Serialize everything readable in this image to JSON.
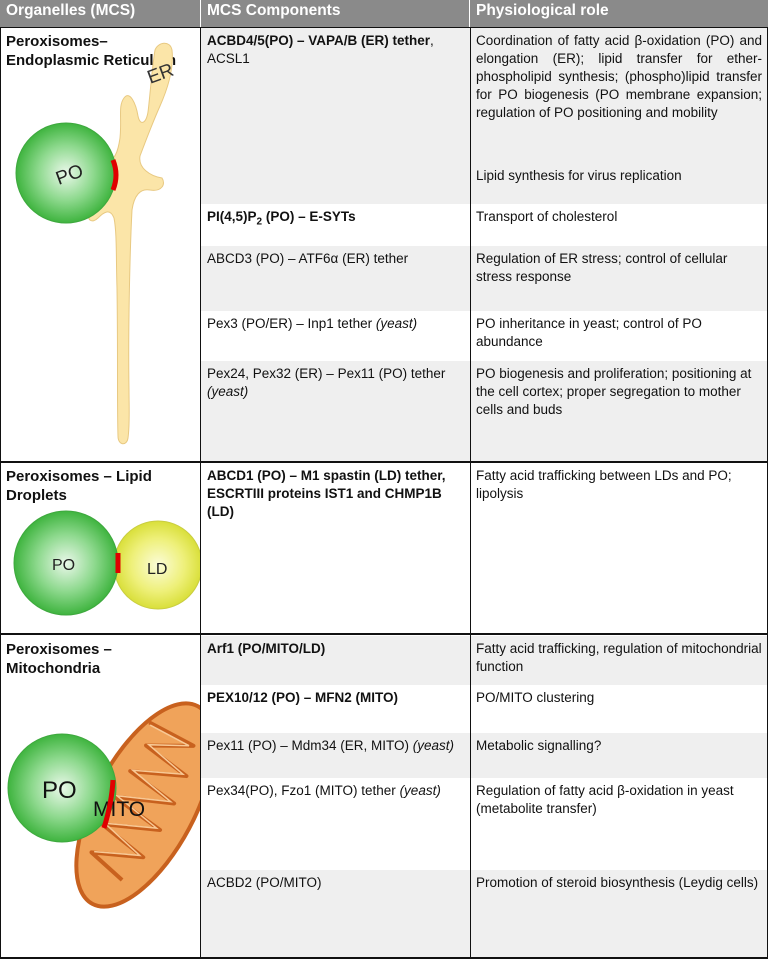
{
  "headers": {
    "organelles": "Organelles (MCS)",
    "components": "MCS Components",
    "role": "Physiological role"
  },
  "sections": {
    "er": {
      "title": "Peroxisomes– Endoplasmic Reticulum",
      "diagram_labels": {
        "po": "PO",
        "er": "ER"
      },
      "rows": [
        {
          "comp_bold": "ACBD4/5(PO) – VAPA/B (ER) tether",
          "comp_rest": ", ACSL1",
          "role": "Coordination of fatty acid β-oxidation (PO) and elongation (ER); lipid transfer for ether-phospholipid synthesis; (phospho)lipid transfer for PO biogenesis (PO membrane expansion; regulation of PO positioning and mobility",
          "role2": "Lipid synthesis for virus replication"
        },
        {
          "comp_bold_a": "PI(4,5)P",
          "comp_sub": "2",
          "comp_bold_b": " (PO) – E-SYTs",
          "role": "Transport of cholesterol"
        },
        {
          "comp": "ABCD3 (PO) – ATF6α (ER) tether",
          "role": "Regulation of ER stress; control of cellular stress response"
        },
        {
          "comp": "Pex3 (PO/ER) – Inp1 tether ",
          "comp_italic": "(yeast)",
          "role": "PO inheritance in yeast; control of PO abundance"
        },
        {
          "comp": "Pex24, Pex32 (ER) – Pex11 (PO) tether ",
          "comp_italic": "(yeast)",
          "role": "PO biogenesis and proliferation; positioning at the cell cortex; proper segregation to mother cells and buds"
        }
      ]
    },
    "ld": {
      "title": "Peroxisomes – Lipid Droplets",
      "diagram_labels": {
        "po": "PO",
        "ld": "LD"
      },
      "rows": [
        {
          "comp_bold": "ABCD1 (PO) – M1 spastin (LD) tether, ESCRTIII proteins IST1 and CHMP1B (LD)",
          "role": "Fatty acid trafficking between LDs and PO; lipolysis"
        }
      ]
    },
    "mito": {
      "title": "Peroxisomes – Mitochondria",
      "diagram_labels": {
        "po": "PO",
        "mito": "MITO"
      },
      "rows": [
        {
          "comp_bold": "Arf1 (PO/MITO/LD)",
          "role": "Fatty acid trafficking, regulation of mitochondrial function"
        },
        {
          "comp_bold": "PEX10/12 (PO) – MFN2 (MITO)",
          "role": "PO/MITO clustering"
        },
        {
          "comp": "Pex11 (PO) – Mdm34 (ER, MITO) ",
          "comp_italic": "(yeast)",
          "role": "Metabolic signalling?"
        },
        {
          "comp": "Pex34(PO), Fzo1 (MITO) tether ",
          "comp_italic": "(yeast)",
          "role": "Regulation of fatty acid β-oxidation in yeast (metabolite transfer)"
        },
        {
          "comp": "ACBD2 (PO/MITO)",
          "role": "Promotion of steroid biosynthesis (Leydig cells)"
        }
      ]
    }
  },
  "colors": {
    "header_bg": "#8a8a8a",
    "row_gray": "#efefef",
    "po_green": "#5cc95c",
    "er_yellow": "#fbe5a8",
    "ld_yellow": "#e8ef6a",
    "mito_orange": "#f0a35a",
    "contact_red": "#e00000"
  }
}
